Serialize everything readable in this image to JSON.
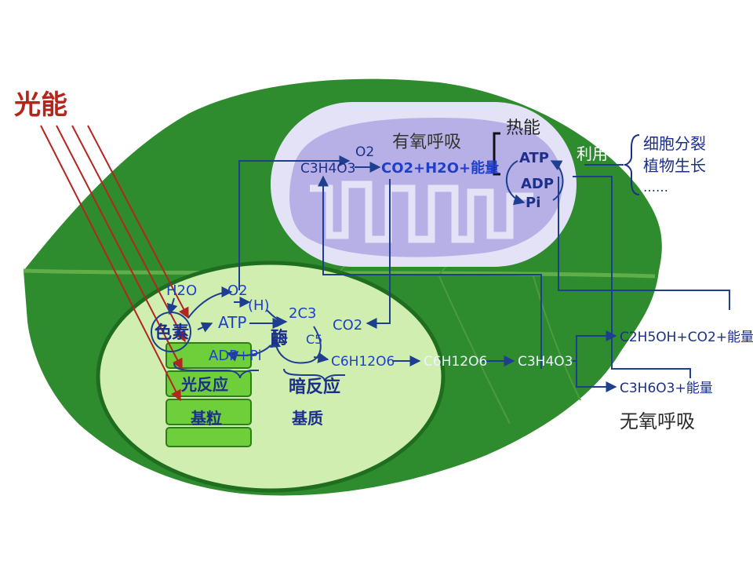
{
  "light": {
    "label": "光能",
    "color": "#b3261e"
  },
  "mitochondrion": {
    "title": "有氧呼吸",
    "pyruvate": "C3H4O3",
    "oxygen": "O2",
    "equation": "CO2+H2O+能量",
    "heat": "热能",
    "atp": "ATP",
    "adp": "ADP",
    "pi": "Pi",
    "use": "利用",
    "uses": [
      "细胞分裂",
      "植物生长",
      "……"
    ]
  },
  "chloroplast": {
    "water": "H2O",
    "oxygen": "O2",
    "hydrogen": "(H)",
    "pigment": "色素",
    "atp": "ATP",
    "adp_pi": "ADP+Pi",
    "c3": "2C3",
    "enzyme": "酶",
    "c5": "C5",
    "co2": "CO2",
    "glucose": "C6H12O6",
    "light_reaction": "光反应",
    "grana": "基粒",
    "dark_reaction": "暗反应",
    "stroma": "基质"
  },
  "cytoplasm": {
    "glucose": "C6H12O6",
    "pyruvate": "C3H4O3",
    "ethanol_eq": "C2H5OH+CO2+能量",
    "lactic_eq": "C3H6O3+能量",
    "anaerobic": "无氧呼吸"
  },
  "colors": {
    "leaf": "#2e8b2e",
    "leaf_dark": "#1f6e1f",
    "mito": "#c9c6ee",
    "mito_inner": "#a9a2e0",
    "chloro": "#cfeeb0",
    "grana": "#6fcf3a",
    "arrow": "#1e3e8f"
  }
}
